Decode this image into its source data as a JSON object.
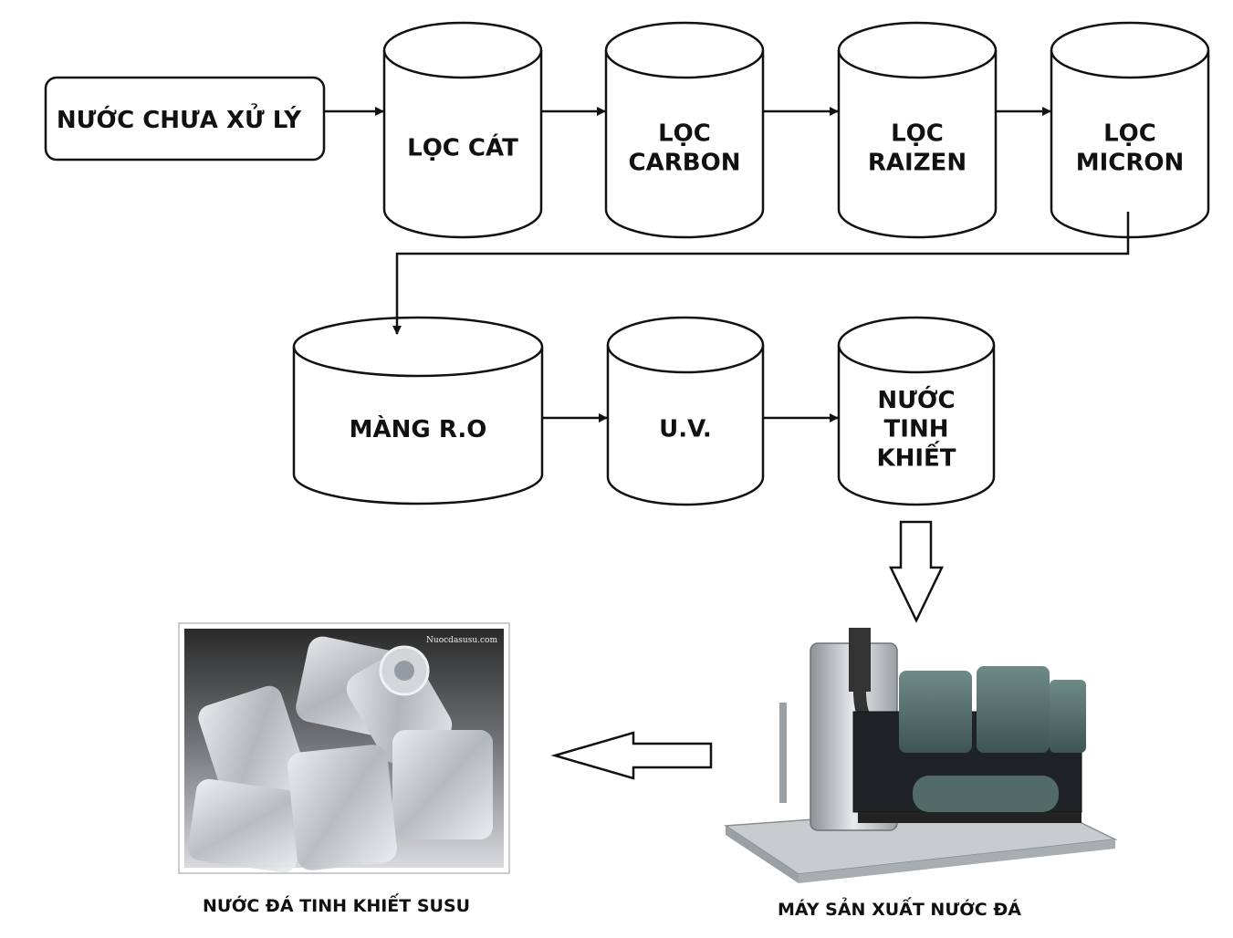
{
  "start_node": {
    "label": "NƯỚC CHƯA XỬ LÝ"
  },
  "row1_tanks": [
    {
      "lines": [
        "LỌC CÁT"
      ]
    },
    {
      "lines": [
        "LỌC",
        "CARBON"
      ]
    },
    {
      "lines": [
        "LỌC",
        "RAIZEN"
      ]
    },
    {
      "lines": [
        "LỌC",
        "MICRON"
      ]
    }
  ],
  "row2_tanks": [
    {
      "lines": [
        "MÀNG R.O"
      ]
    },
    {
      "lines": [
        "U.V."
      ]
    },
    {
      "lines": [
        "NƯỚC",
        "TINH",
        "KHIẾT"
      ]
    }
  ],
  "ice_photo": {
    "watermark": "Nuocdasusu.com",
    "caption": "NƯỚC ĐÁ TINH KHIẾT SUSU"
  },
  "machine_photo": {
    "caption": "MÁY SẢN XUẤT NƯỚC ĐÁ"
  }
}
